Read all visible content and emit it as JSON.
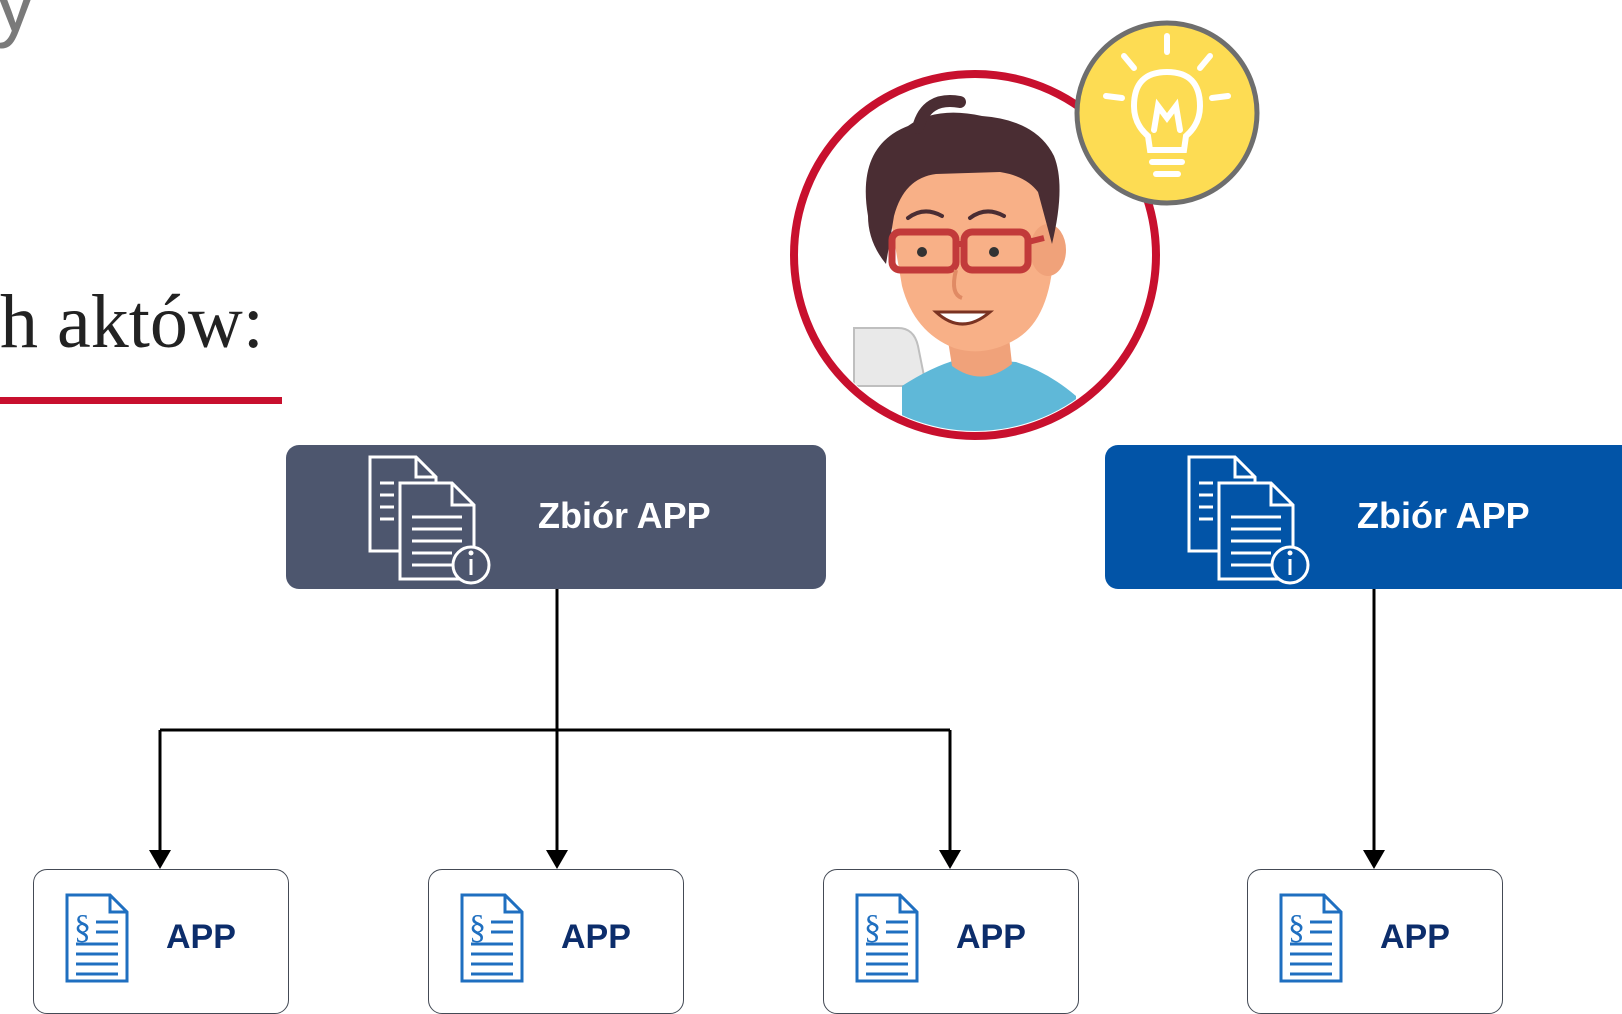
{
  "header": {
    "partial_top_text": "y",
    "heading": "h aktów:"
  },
  "colors": {
    "accent_red": "#c8102e",
    "gray_box": "#4d566e",
    "blue_box": "#0254a7",
    "app_text": "#0c2d6b",
    "bulb_yellow": "#fddc53"
  },
  "diagram": {
    "collections": [
      {
        "label": "Zbiór APP",
        "style": "gray",
        "icon": "documents-info-icon"
      },
      {
        "label": "Zbiór APP",
        "style": "blue",
        "icon": "documents-info-icon"
      }
    ],
    "apps": [
      {
        "label": "APP",
        "icon": "legal-document-icon"
      },
      {
        "label": "APP",
        "icon": "legal-document-icon"
      },
      {
        "label": "APP",
        "icon": "legal-document-icon"
      },
      {
        "label": "APP",
        "icon": "legal-document-icon"
      }
    ]
  },
  "illustration": {
    "avatar": "man-with-glasses-avatar",
    "idea": "lightbulb-icon"
  }
}
